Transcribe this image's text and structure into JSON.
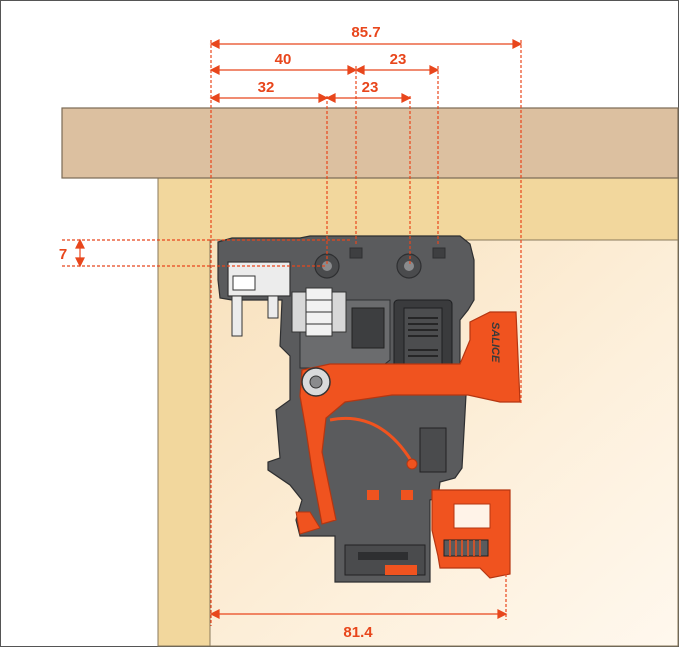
{
  "dimensions": {
    "d_85_7": "85.7",
    "d_40": "40",
    "d_23_top": "23",
    "d_32": "32",
    "d_23_mid": "23",
    "d_7": "7",
    "d_81_4": "81.4"
  },
  "brand": "SALICE",
  "colors": {
    "dimension": "#e8461c",
    "orange_part": "#f0531f",
    "dark_body": "#5a5b5d",
    "wood_top": "#dcc0a0",
    "wood_side": "#f2d79d",
    "drawer_panel": "#fbebd2"
  }
}
